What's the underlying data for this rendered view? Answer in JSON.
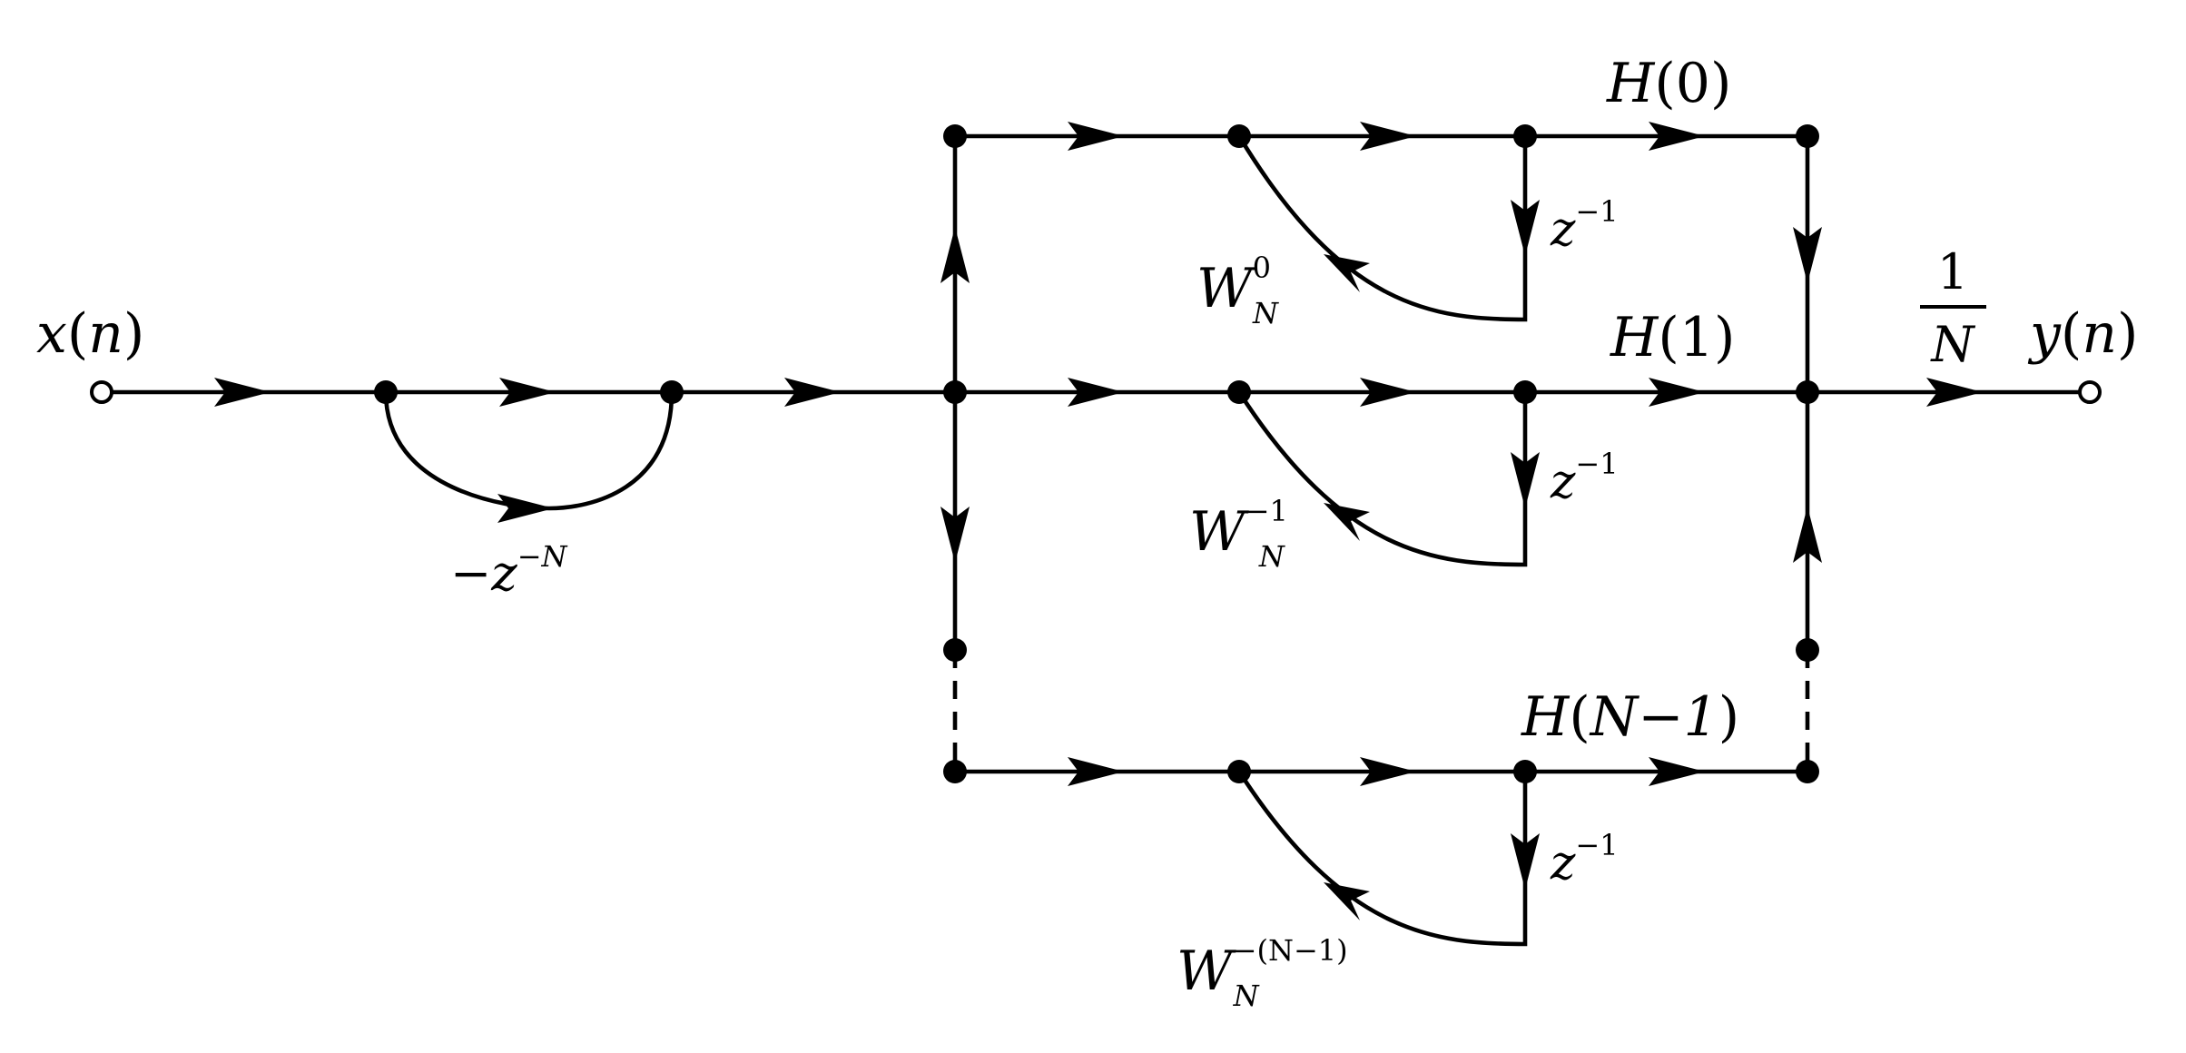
{
  "input_label": {
    "name": "x",
    "arg": "n"
  },
  "output_label": {
    "name": "y",
    "arg": "n"
  },
  "comb_gain": {
    "sign": "−",
    "var": "z",
    "exp": "−N"
  },
  "scale_gain": {
    "num": "1",
    "den": "N"
  },
  "branches": [
    {
      "h_name": "H",
      "h_arg": "0",
      "w_base": "W",
      "w_sub": "N",
      "w_sup": "0",
      "delay_var": "z",
      "delay_exp": "−1"
    },
    {
      "h_name": "H",
      "h_arg": "1",
      "w_base": "W",
      "w_sub": "N",
      "w_sup": "−1",
      "delay_var": "z",
      "delay_exp": "−1"
    },
    {
      "h_name": "H",
      "h_arg": "N−1",
      "w_base": "W",
      "w_sub": "N",
      "w_sup": "−(N−1)",
      "delay_var": "z",
      "delay_exp": "−1"
    }
  ]
}
